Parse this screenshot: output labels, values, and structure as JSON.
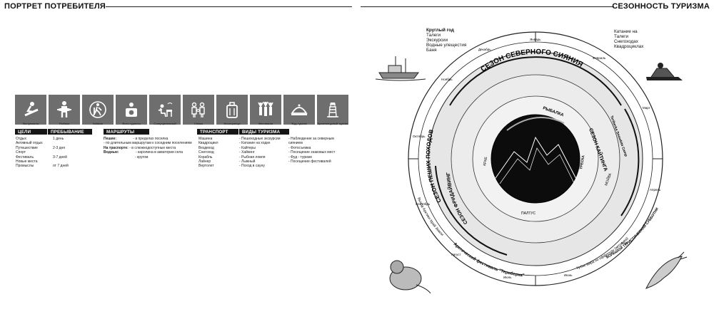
{
  "header": {
    "left_title": "ПОРТРЕТ ПОТРЕБИТЕЛЯ",
    "right_title": "СЕЗОННОСТЬ ТУРИЗМА"
  },
  "icons": [
    {
      "label": "Экстремалы",
      "icon": "snowboard-icon"
    },
    {
      "label": "Рыбаки",
      "icon": "fisherman-icon"
    },
    {
      "label": "Хайкинг",
      "icon": "hiker-icon"
    },
    {
      "label": "Фото-туристы",
      "icon": "camera-icon"
    },
    {
      "label": "Созерцательный",
      "icon": "contemplative-icon"
    },
    {
      "label": "Семьи",
      "icon": "family-icon"
    },
    {
      "label": "Иностранцы",
      "icon": "suitcase-icon"
    },
    {
      "label": "Фестивали",
      "icon": "festival-icon"
    },
    {
      "label": "Фуд-туризм",
      "icon": "cloche-icon"
    },
    {
      "label": "Архитектурный туризм",
      "icon": "lighthouse-icon"
    }
  ],
  "categories": {
    "goals": "ЦЕЛИ",
    "stay": "ПРЕБЫВАНИЕ",
    "routes": "МАРШРУТЫ",
    "transport": "ТРАНСПОРТ",
    "tourism_types": "ВИДЫ ТУРИЗМА"
  },
  "goals": [
    "Отдых",
    "Активный отдых",
    "Путешествие",
    "Спорт",
    "Фестиваль",
    "Новые места",
    "Промыслы"
  ],
  "stay": [
    "1 день",
    "",
    "2-3 дня",
    "",
    "3-7 дней",
    "",
    "от 7 дней"
  ],
  "routes": {
    "walking_label": "Пешие:",
    "walking": [
      "- в пределах поселка",
      "- по длительным маршрутам к соседним поселениям"
    ],
    "transport_label": "На трасnорте:",
    "transport": "- в слюжнодоступные места",
    "water_label": "Водные:",
    "water": [
      "- каролина в акватории села",
      "- кругом"
    ]
  },
  "transport": [
    "Машина",
    "Квадроцикл",
    "Вездеход",
    "Снегоход",
    "Корабль",
    "Лайнер",
    "Вертолет"
  ],
  "tourism_types_a": [
    "- Пешеходные экскурсии",
    "- Катание на ходке",
    "- Кайтеры",
    "- Хайкинг",
    "- Рыбная ловля",
    "- Лыжный",
    "- Поход в сауну"
  ],
  "tourism_types_b": [
    "- Наблюдение за северным сиянием",
    "- Фотосъемка",
    "- Посещение знаковых мест",
    "- Фуд - туризм",
    "- Посещение фестивалей"
  ],
  "year_round": {
    "title": "Круглый год",
    "items": [
      "Талеги",
      "Экскурсии",
      "Водные улещестия",
      "Баня"
    ]
  },
  "winter_activities": [
    "Катание на",
    "Талеги",
    "Снегоходах",
    "Квадроциклах"
  ],
  "wheel": {
    "months": [
      "Январь",
      "Февраль",
      "Март",
      "Апрель",
      "Май",
      "Июнь",
      "Июль",
      "Август",
      "Сентябрь",
      "Октябрь",
      "Ноябрь",
      "Декабрь"
    ],
    "season_aurora": "СЕЗОН СЕВЕРНОГО СИЯНИЯ",
    "season_hiking": "СЕЗОН ПЕШИХ ПОХОДОВ",
    "season_freediving": "СЕЗОН ФРИДАЙВИНГА",
    "season_kite": "СЕЗОН КАЙТИНГА",
    "kite_camp": "Teriberka Snowkite Camp",
    "fishing": "РЫБАЛКА",
    "cod": "ТРЕСКА",
    "halibut": "ПАЛТУС",
    "crab": "КРАБ",
    "bay": "МОЙВА",
    "arctic_fest": "Арктический фестиваль \"Териберка\"",
    "teriberka_race": "Выход Арктики Край Земли",
    "cup": "Кубок мира по оффроуду (ветрянка)",
    "big_subbotnik": "БОЛЬШОЙ ТУРИСТИЧЕСКИЙ СУББОТНИК"
  },
  "colors": {
    "icon_bg": "#6e6e6e",
    "label_bg": "#151515",
    "ring_fill": "#e6e6e6",
    "inner_fill": "#0c0c0c"
  }
}
